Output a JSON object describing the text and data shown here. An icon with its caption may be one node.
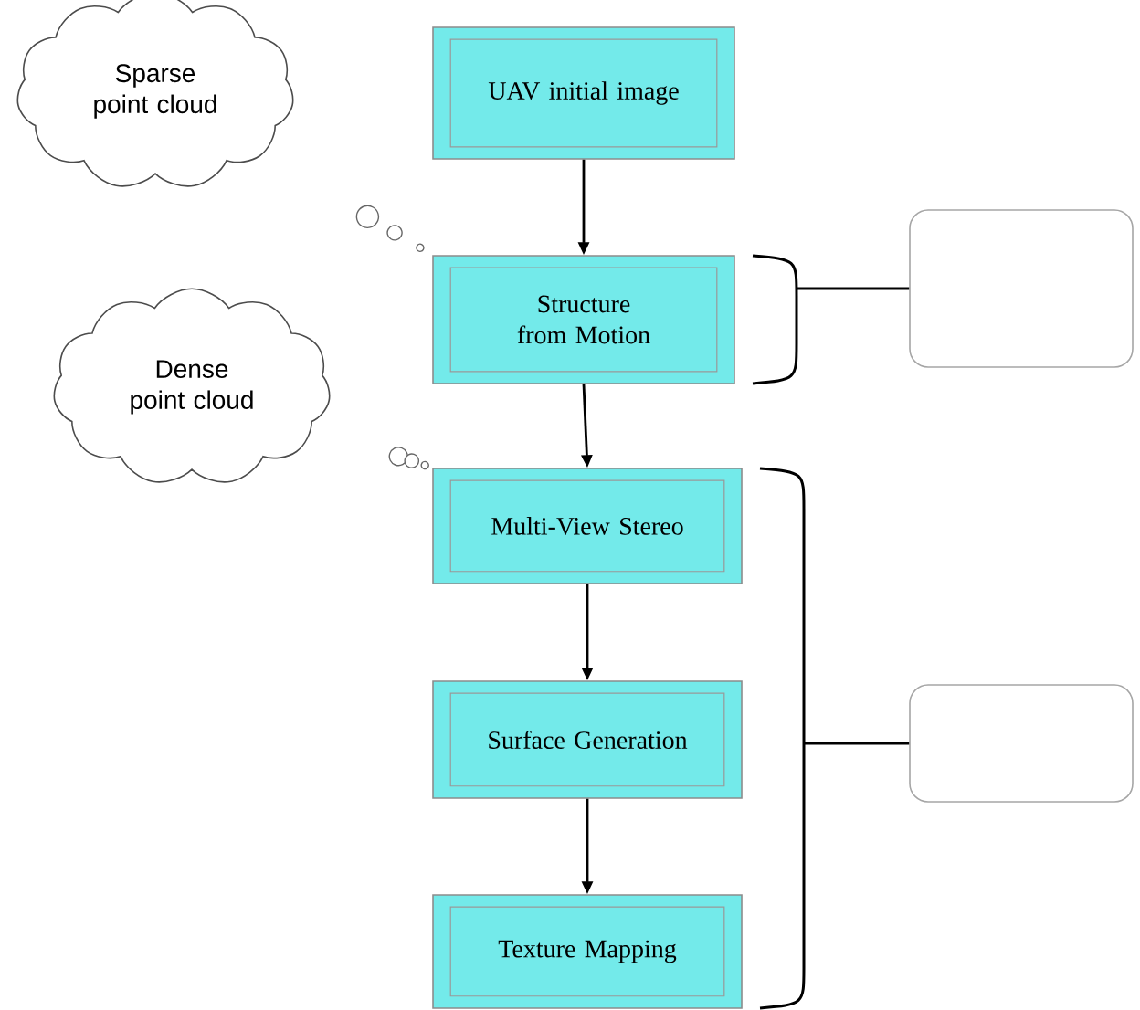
{
  "diagram": {
    "nodes": [
      {
        "text": [
          "Sparse point cloud"
        ]
      },
      {
        "text": [
          "UAV initial image"
        ]
      },
      {
        "text": [
          "Structure from Motion"
        ]
      },
      {
        "text": [],
        "shape": "box"
      },
      {
        "text": [
          "Dense point cloud"
        ]
      },
      {
        "text": [
          "Multi-View Stereo"
        ]
      },
      {
        "text": [
          "Surface Generation"
        ]
      },
      {
        "text": [
          "Texture Mapping"
        ]
      },
      {
        "text": [],
        "shape": "box"
      }
    ],
    "edges": [
      {
        "from": 1,
        "to": 2,
        "arrow": "to"
      },
      {
        "from": 2,
        "to": 5,
        "arrow": "to"
      },
      {
        "from": 5,
        "to": 6,
        "arrow": "to"
      },
      {
        "from": 6,
        "to": 7,
        "arrow": "to"
      }
    ]
  }
}
